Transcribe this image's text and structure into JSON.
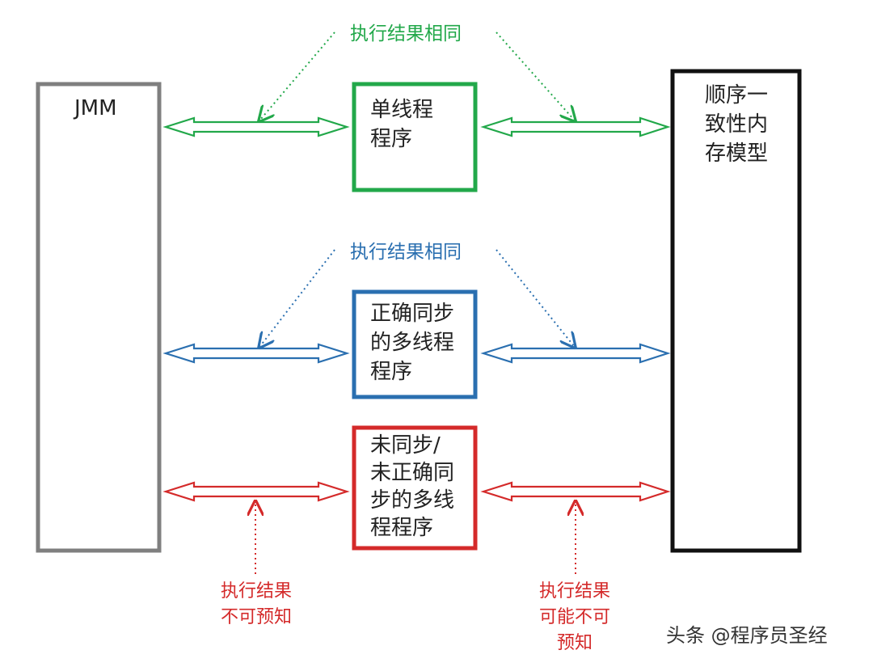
{
  "colors": {
    "green": "#22a84a",
    "blue": "#2a6fb0",
    "red": "#d42a2a",
    "gray": "#7f7f7f",
    "black": "#111111"
  },
  "left_box": {
    "label": "JMM"
  },
  "right_box": {
    "lines": [
      "顺序一",
      "致性内",
      "存模型"
    ]
  },
  "programs": {
    "single": {
      "lines": [
        "单线程",
        "程序"
      ],
      "note": "执行结果相同"
    },
    "synced": {
      "lines": [
        "正确同步",
        "的多线程",
        "程序"
      ],
      "note": "执行结果相同"
    },
    "unsynced": {
      "lines": [
        "未同步/",
        "未正确同",
        "步的多线",
        "程程序"
      ],
      "note_left": [
        "执行结果",
        "不可预知"
      ],
      "note_right": [
        "执行结果",
        "可能不可",
        "预知"
      ]
    }
  },
  "watermark": "头条 @程序员圣经"
}
